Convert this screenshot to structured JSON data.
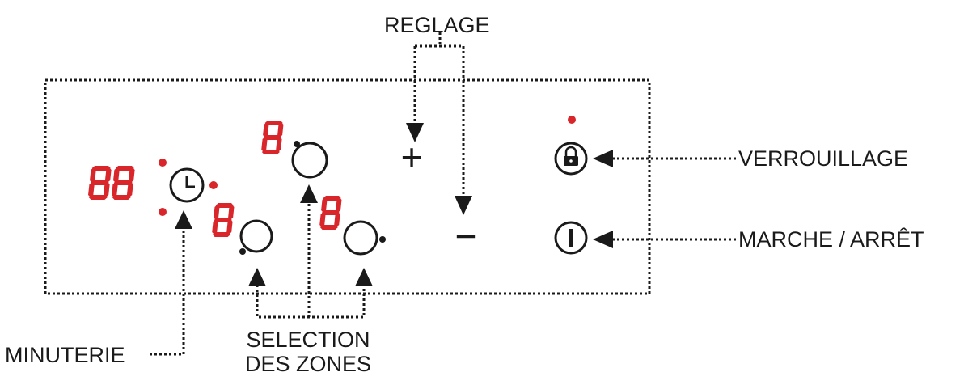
{
  "labels": {
    "reglage": "REGLAGE",
    "verrouillage": "VERROUILLAGE",
    "marche_arret": "MARCHE / ARRÊT",
    "minuterie": "MINUTERIE",
    "selection_line1": "SELECTION",
    "selection_line2": "DES ZONES"
  },
  "symbols": {
    "plus": "+",
    "minus": "−"
  },
  "displays": {
    "timer": "88",
    "zone_left": "8",
    "zone_back": "8",
    "zone_right": "8"
  },
  "icons": [
    "clock-icon",
    "lock-icon",
    "power-icon",
    "zone-circle-icon"
  ],
  "colors": {
    "display_red": "#d9262b",
    "line": "#1a1a1a"
  }
}
